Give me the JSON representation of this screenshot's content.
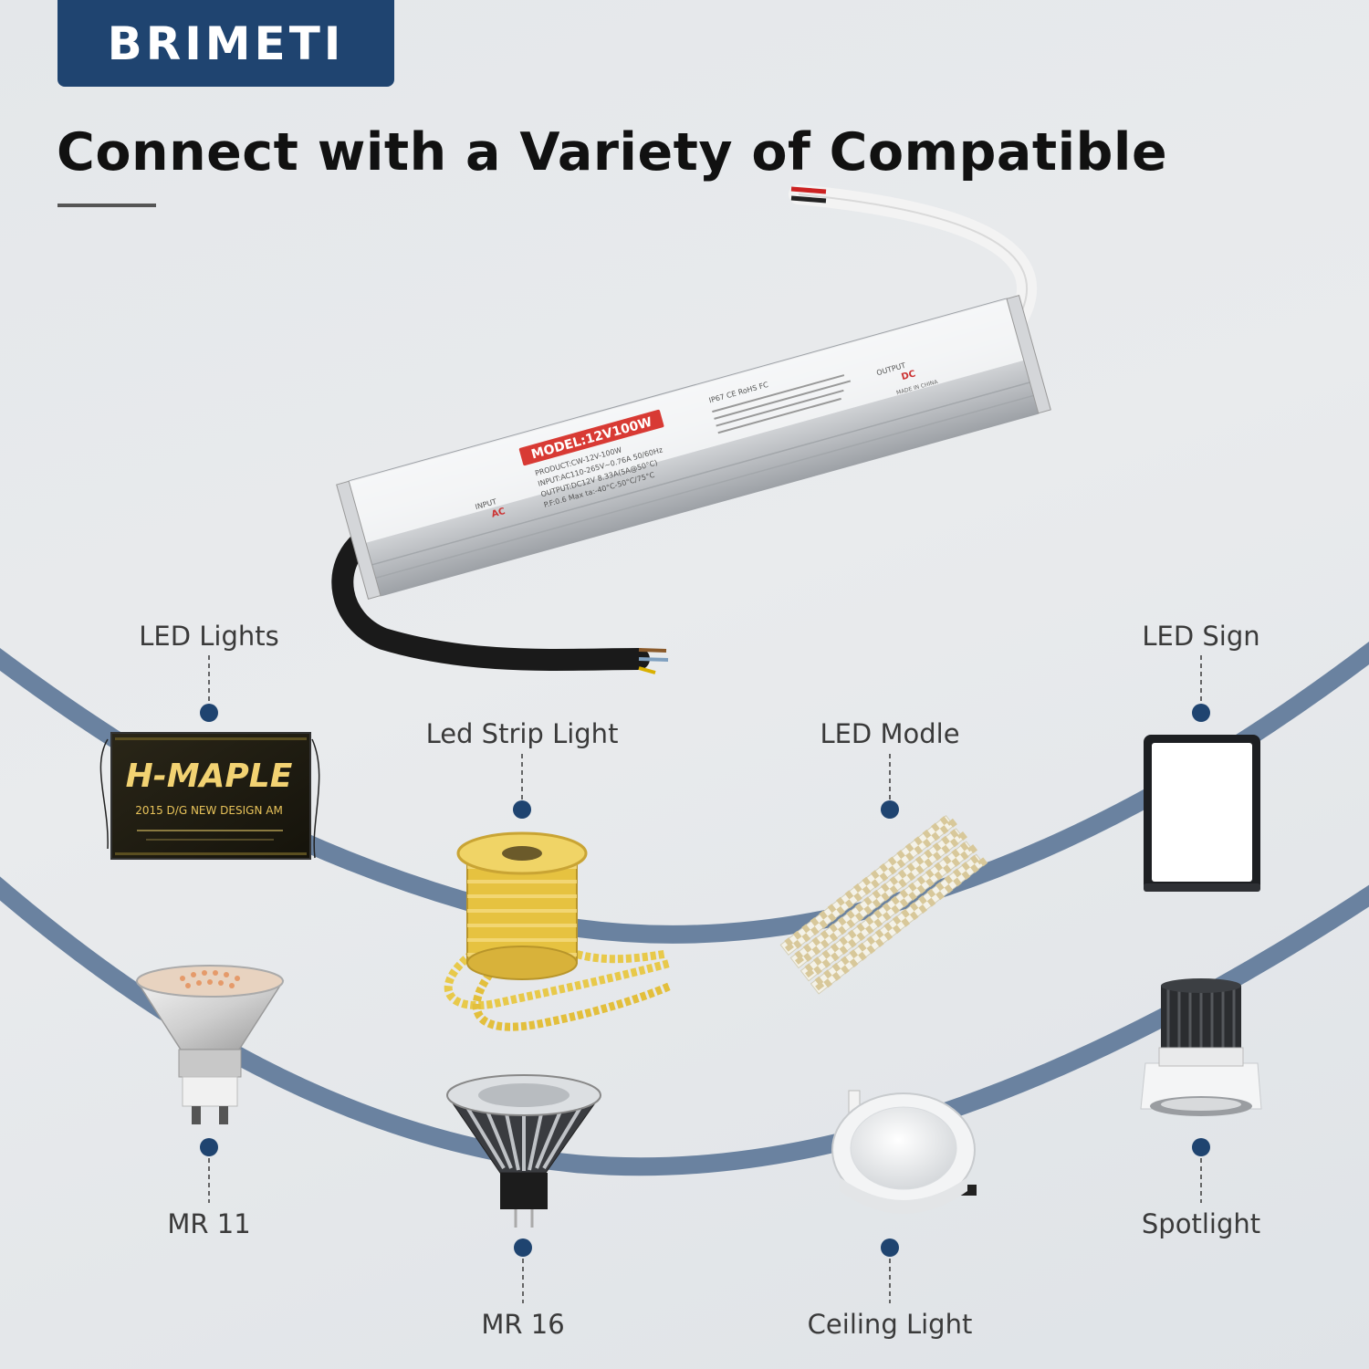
{
  "brand": {
    "logo": "BRIMETI",
    "color": "#1f4470"
  },
  "headline": "Connect with a Variety of Compatible",
  "driver": {
    "label_model": "MODEL:12V100W",
    "spec_lines": [
      "PRODUCT:CW-12V-100W",
      "INPUT:AC110-265V~0.76A 50/60Hz",
      "OUTPUT:DC12V 8.33A(5A@50°C)",
      "P.F:0.6 Max ta:-40°C-50°C/75°C"
    ],
    "cert": "IP67 CE RoHS FC",
    "input_tag": "INPUT",
    "ac_tag": "AC",
    "output_tag": "OUTPUT",
    "dc_tag": "DC",
    "made_in": "MADE IN CHINA"
  },
  "sign_text": {
    "title": "H-MAPLE",
    "sub": "2015 D/G   NEW DESIGN  AM"
  },
  "devices": {
    "led_lights": "LED Lights",
    "led_strip_light": "Led Strip Light",
    "led_modle": "LED Modle",
    "led_sign": "LED Sign",
    "mr11": "MR 11",
    "mr16": "MR 16",
    "ceiling_light": "Ceiling Light",
    "spotlight": "Spotlight"
  }
}
